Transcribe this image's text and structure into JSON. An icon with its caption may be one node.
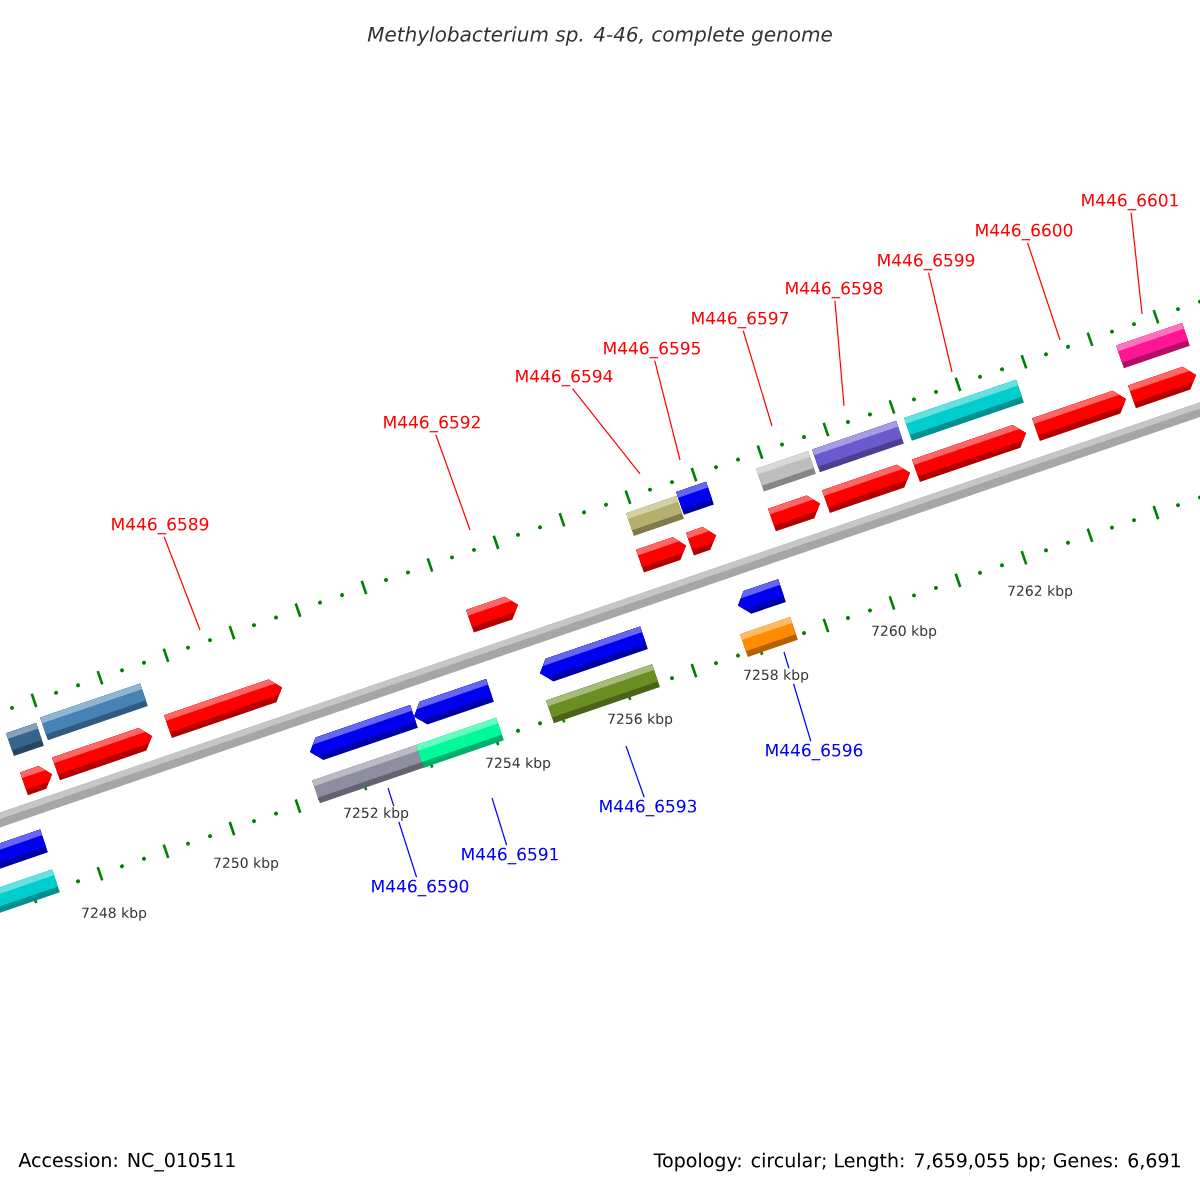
{
  "diagram": {
    "title": "Methylobacterium sp. 4-46, complete genome",
    "nodes": [
      {
        "text": [
          "M446_6589"
        ]
      },
      {
        "text": [
          "M446_6590"
        ]
      },
      {
        "text": [
          "M446_6591"
        ]
      },
      {
        "text": [
          "M446_6592"
        ]
      },
      {
        "text": [
          "M446_6593"
        ]
      },
      {
        "text": [
          "M446_6594"
        ]
      },
      {
        "text": [
          "M446_6595"
        ]
      },
      {
        "text": [
          "M446_6596"
        ]
      },
      {
        "text": [
          "M446_6597"
        ]
      },
      {
        "text": [
          "M446_6598"
        ]
      },
      {
        "text": [
          "M446_6599"
        ]
      },
      {
        "text": [
          "M446_6600"
        ]
      },
      {
        "text": [
          "M446_6601"
        ]
      }
    ],
    "edges": [
      {
        "from": 0,
        "to": null,
        "arrow": "none"
      },
      {
        "from": 1,
        "to": null,
        "arrow": "none",
        "color": "#0000ff"
      },
      {
        "from": 2,
        "to": null,
        "arrow": "none",
        "color": "#0000ff"
      },
      {
        "from": 3,
        "to": null,
        "arrow": "none"
      },
      {
        "from": 4,
        "to": null,
        "arrow": "none",
        "color": "#0000ff"
      },
      {
        "from": 5,
        "to": null,
        "arrow": "none"
      },
      {
        "from": 6,
        "to": null,
        "arrow": "none"
      },
      {
        "from": 7,
        "to": null,
        "arrow": "none",
        "color": "#0000ff"
      },
      {
        "from": 8,
        "to": null,
        "arrow": "none"
      },
      {
        "from": 9,
        "to": null,
        "arrow": "none"
      },
      {
        "from": 10,
        "to": null,
        "arrow": "none"
      },
      {
        "from": 11,
        "to": null,
        "arrow": "none"
      },
      {
        "from": 12,
        "to": null,
        "arrow": "none"
      }
    ],
    "labels": [
      "7262 kbp",
      "7260 kbp",
      "7258 kbp",
      "7256 kbp",
      "7254 kbp",
      "7252 kbp",
      "7250 kbp",
      "7248 kbp",
      "Accession: NC_010511",
      "Topology: circular; Length: 7,659,055 bp; Genes: 6,691"
    ]
  }
}
